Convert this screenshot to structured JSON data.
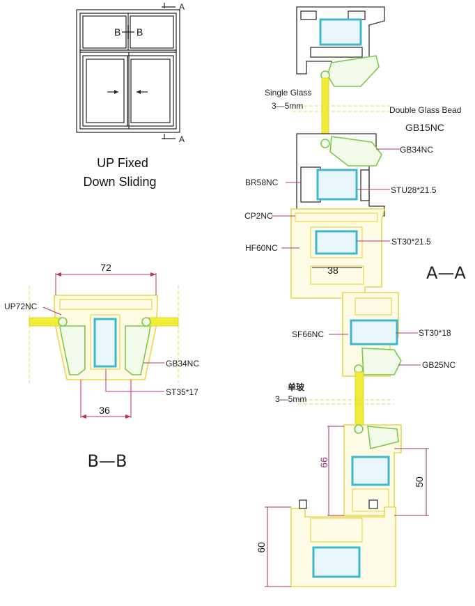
{
  "elevation": {
    "section_marker_top": "A",
    "section_marker_bottom": "A",
    "section_marker_bb_left": "B",
    "section_marker_bb_right": "B",
    "caption_line1": "UP Fixed",
    "caption_line2": "Down Sliding"
  },
  "section_bb": {
    "title": "B—B",
    "dim_top": "72",
    "dim_bottom": "36",
    "labels": {
      "up72nc": "UP72NC",
      "gb34nc": "GB34NC",
      "st35": "ST35*17"
    }
  },
  "section_aa": {
    "title": "A—A",
    "single_glass_label": "Single Glass",
    "single_glass_thickness": "3—5mm",
    "double_glass_bead": "Double Glass Bead",
    "gb15nc": "GB15NC",
    "gb34nc": "GB34NC",
    "br58nc": "BR58NC",
    "stu28": "STU28*21.5",
    "cp2nc": "CP2NC",
    "hf60nc": "HF60NC",
    "st30_215": "ST30*21.5",
    "dim_38": "38",
    "sf66nc": "SF66NC",
    "st30_18": "ST30*18",
    "gb25nc": "GB25NC",
    "single_glass_cn": "单玻",
    "single_glass_cn_thickness": "3—5mm",
    "dim_66": "66",
    "dim_50": "50",
    "dim_60": "60"
  },
  "colors": {
    "pvc_profile": "#e8d84a",
    "steel": "#3fb6cf",
    "glass_bead": "#7cc846",
    "glass": "#f1ec3a",
    "leader": "#b0338a",
    "dimension": "#c0304a"
  }
}
